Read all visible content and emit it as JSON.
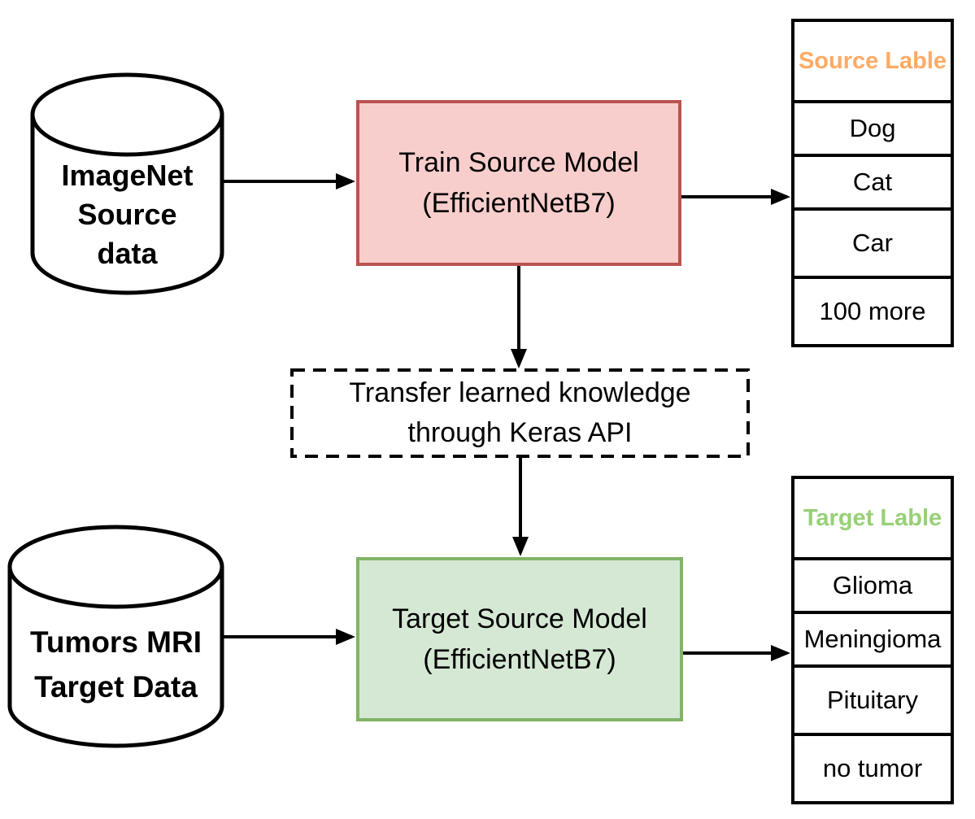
{
  "diagram": {
    "source_datastore": {
      "line1": "ImageNet",
      "line2": "Source",
      "line3": "data"
    },
    "target_datastore": {
      "line1": "Tumors MRI",
      "line2": "Target Data"
    },
    "train_model_box": {
      "line1": "Train Source Model",
      "line2": "(EfficientNetB7)",
      "fill": "#f8cecc",
      "border": "#b85450"
    },
    "target_model_box": {
      "line1": "Target Source Model",
      "line2": "(EfficientNetB7)",
      "fill": "#d5e8d4",
      "border": "#82b366"
    },
    "transfer_box": {
      "line1": "Transfer learned knowledge",
      "line2": "through Keras API"
    },
    "source_label_table": {
      "header": "Source Lable",
      "header_color": "#ffaa64",
      "rows": [
        "Dog",
        "Cat",
        "Car",
        "100 more"
      ]
    },
    "target_label_table": {
      "header": "Target Lable",
      "header_color": "#97d077",
      "rows": [
        "Glioma",
        "Meningioma",
        "Pituitary",
        "no tumor"
      ]
    },
    "line_color": "#000000",
    "background": "#ffffff"
  }
}
